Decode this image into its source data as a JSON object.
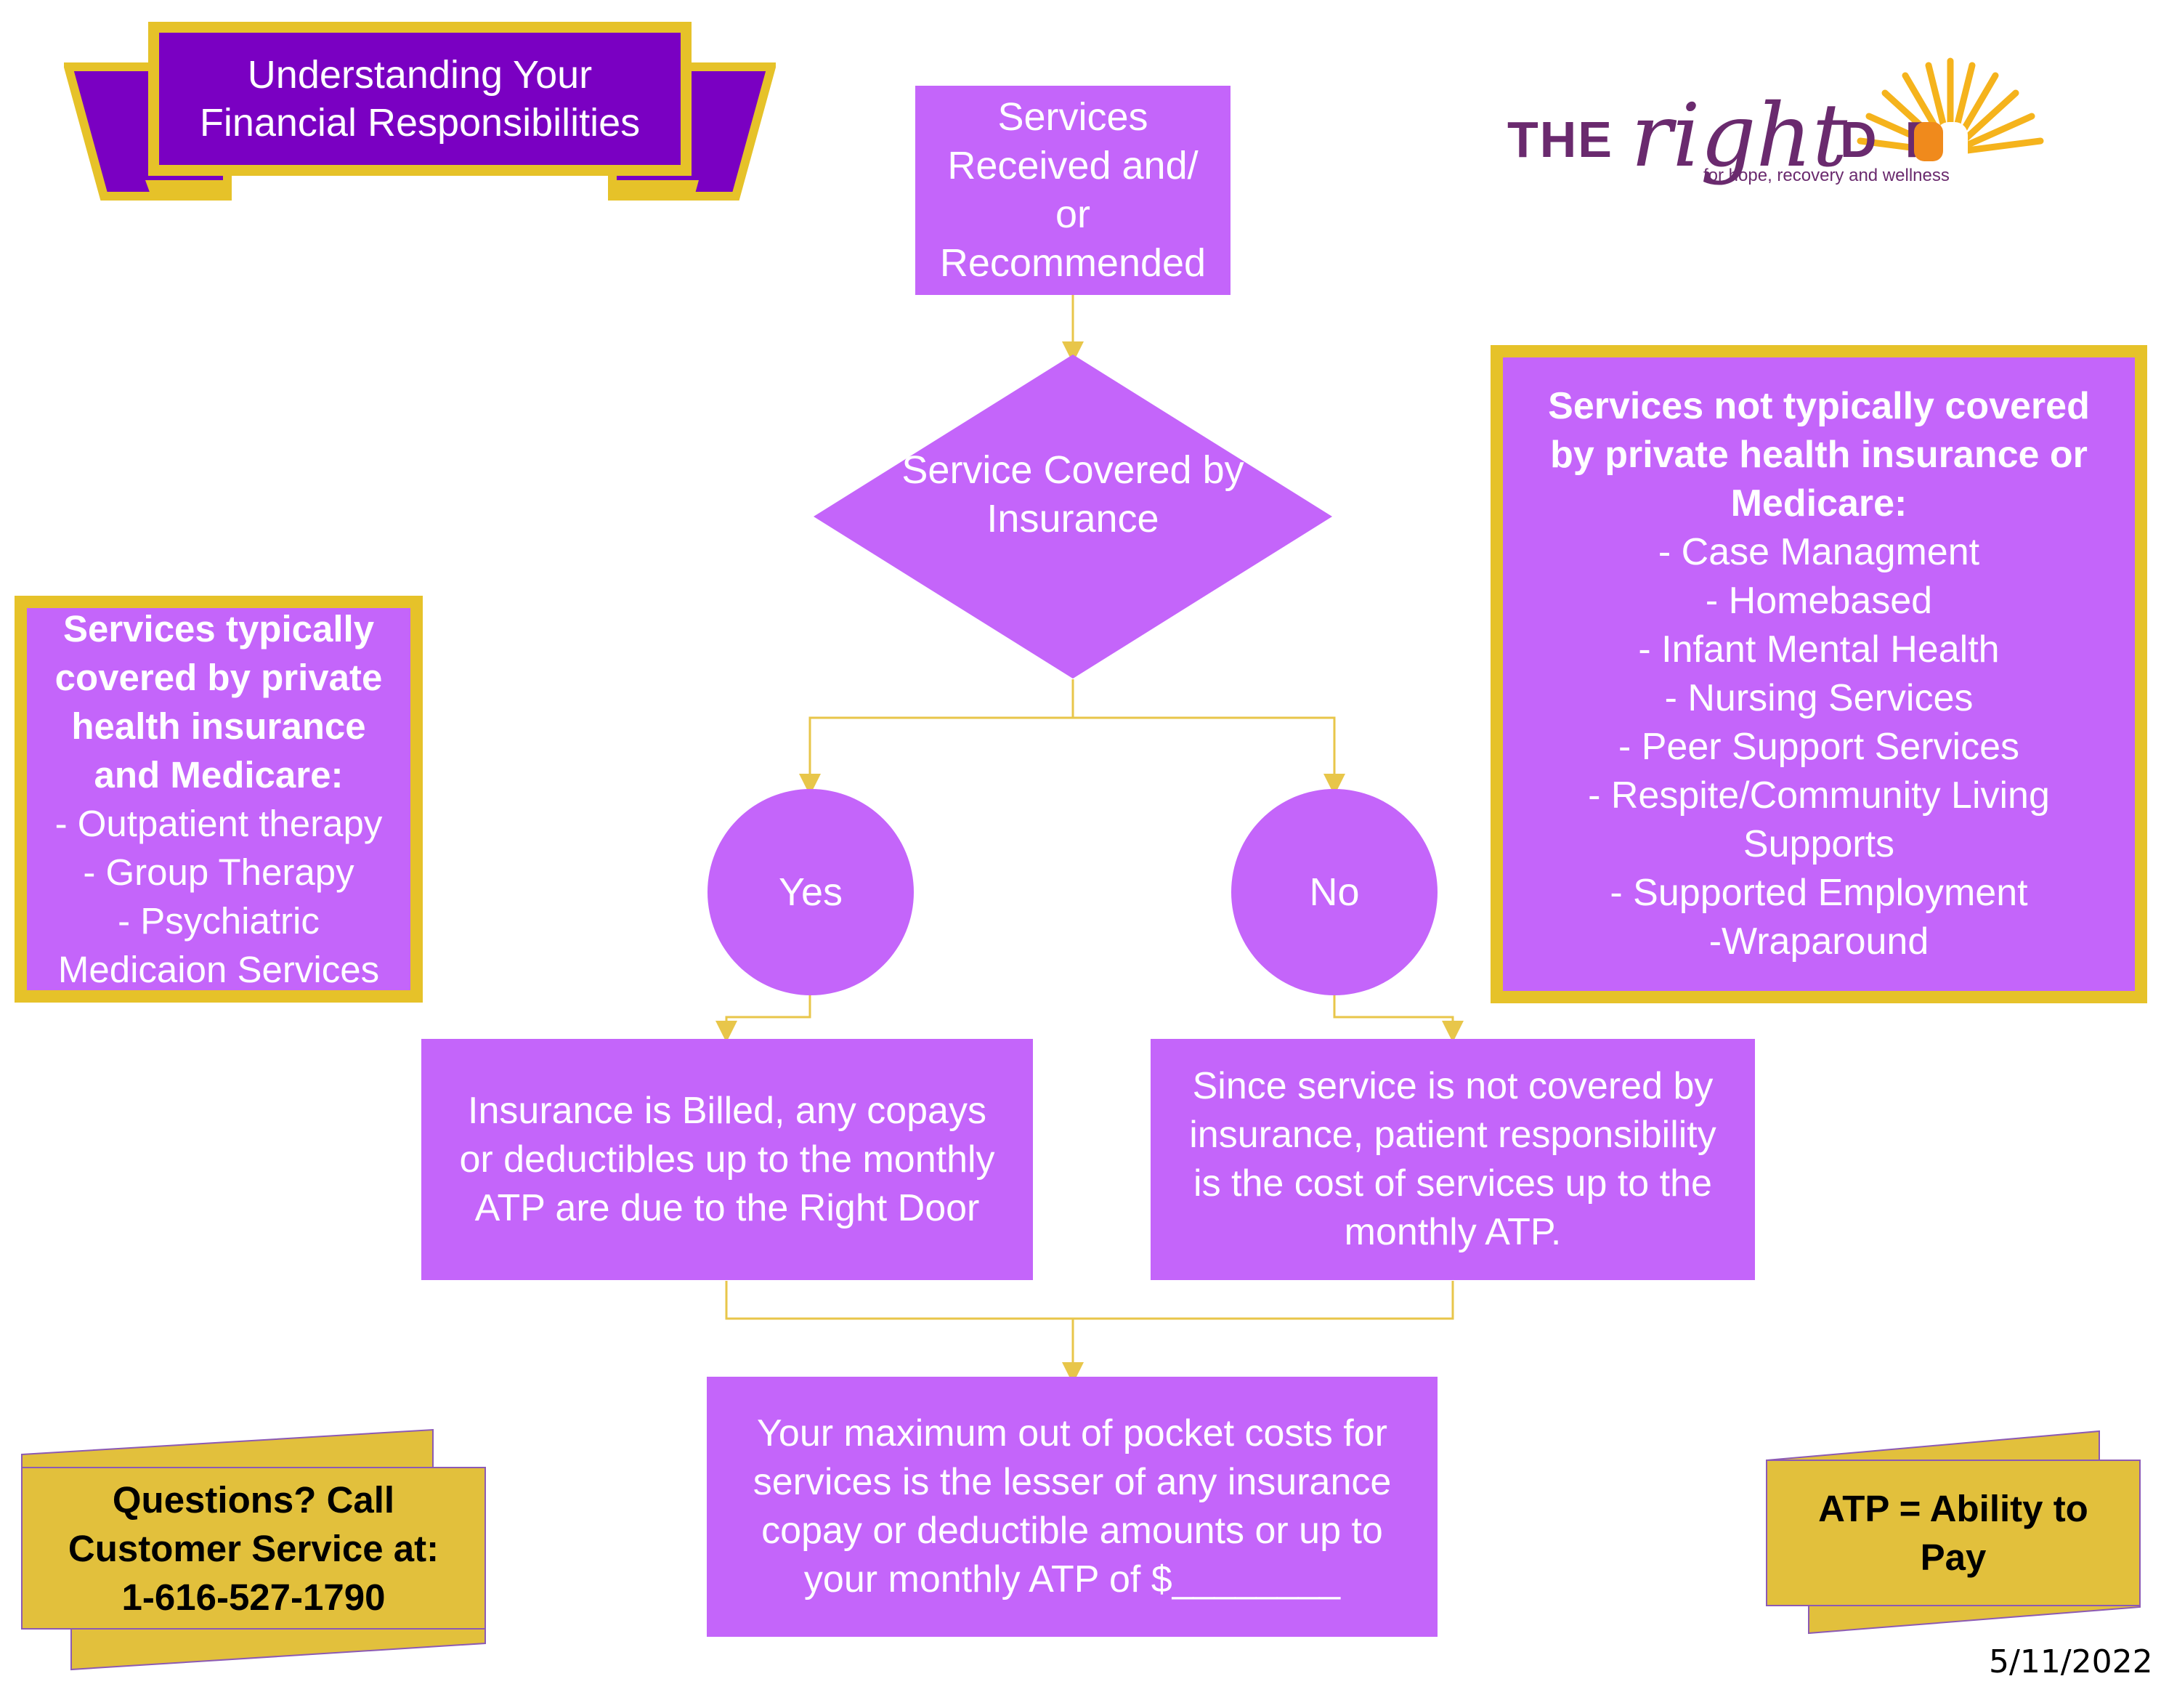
{
  "colors": {
    "purple": "#c465fa",
    "dark_purple": "#7a00c2",
    "gold": "#e6c229",
    "connector": "#e8c64a"
  },
  "banner": {
    "title": "Understanding Your\nFinancial Responsibilities"
  },
  "logo": {
    "the": "THE",
    "right": "right",
    "door": "D  R",
    "tagline": "for hope, recovery and wellness"
  },
  "flow": {
    "start": "Services\nReceived and/\nor\nRecommended",
    "decision": "Service Covered by\nInsurance",
    "yes": "Yes",
    "no": "No",
    "yes_result": "Insurance is Billed, any copays\nor deductibles up to the monthly\nATP are due to the Right Door",
    "no_result": "Since service is  not covered by\ninsurance, patient responsibility\nis the cost of services up to the\nmonthly ATP.",
    "final": "Your maximum out of pocket costs for\nservices is the lesser of any insurance\ncopay or deductible amounts or up to\nyour monthly ATP of $________"
  },
  "covered": {
    "heading": "Services typically\ncovered by private\nhealth insurance\nand Medicare:",
    "items": "- Outpatient therapy\n- Group Therapy\n- Psychiatric\nMedicaion Services"
  },
  "not_covered": {
    "heading": "Services not typically covered\nby private health insurance or\nMedicare:",
    "items": "- Case Managment\n- Homebased\n- Infant Mental Health\n- Nursing Services\n- Peer Support Services\n- Respite/Community Living\nSupports\n- Supported Employment\n-Wraparound"
  },
  "questions": {
    "text": "Questions? Call\nCustomer Service at:\n1-616-527-1790"
  },
  "atp": {
    "text": "ATP = Ability to\nPay"
  },
  "date": "5/11/2022"
}
